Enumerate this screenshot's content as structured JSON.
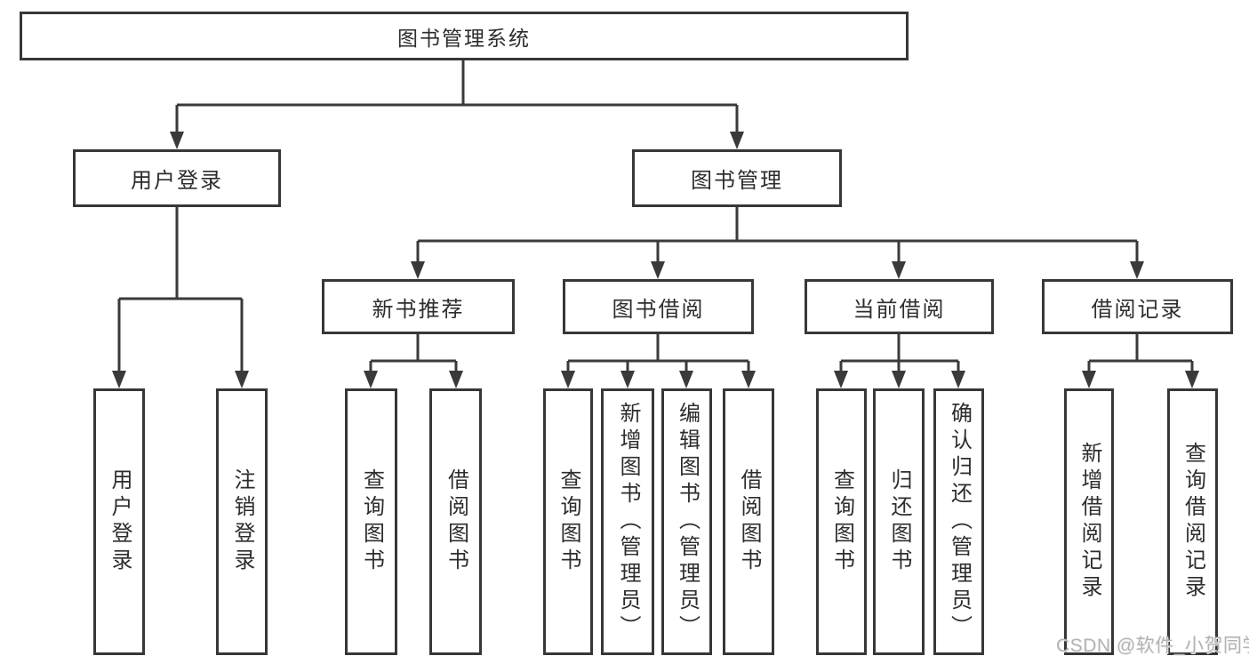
{
  "diagram": {
    "root": {
      "label": "图书管理系统"
    },
    "level1": [
      {
        "label": "用户登录"
      },
      {
        "label": "图书管理"
      }
    ],
    "level2": [
      {
        "label": "新书推荐"
      },
      {
        "label": "图书借阅"
      },
      {
        "label": "当前借阅"
      },
      {
        "label": "借阅记录"
      }
    ],
    "leaves": {
      "user_login": [
        "用户登录",
        "注销登录"
      ],
      "new_book_recommend": [
        "查询图书",
        "借阅图书"
      ],
      "book_borrow": [
        "查询图书",
        "新增图书（管理员）",
        "编辑图书（管理员）",
        "借阅图书"
      ],
      "current_borrow": [
        "查询图书",
        "归还图书",
        "确认归还（管理员）"
      ],
      "borrow_records": [
        "新增借阅记录",
        "查询借阅记录"
      ]
    }
  },
  "watermark": {
    "text": "CSDN @软件_小贺同学"
  },
  "colors": {
    "line": "#3a3a3a",
    "box_border": "#373737",
    "text": "#2d2d2d",
    "watermark": "#b3b3b3",
    "background": "#ffffff"
  }
}
